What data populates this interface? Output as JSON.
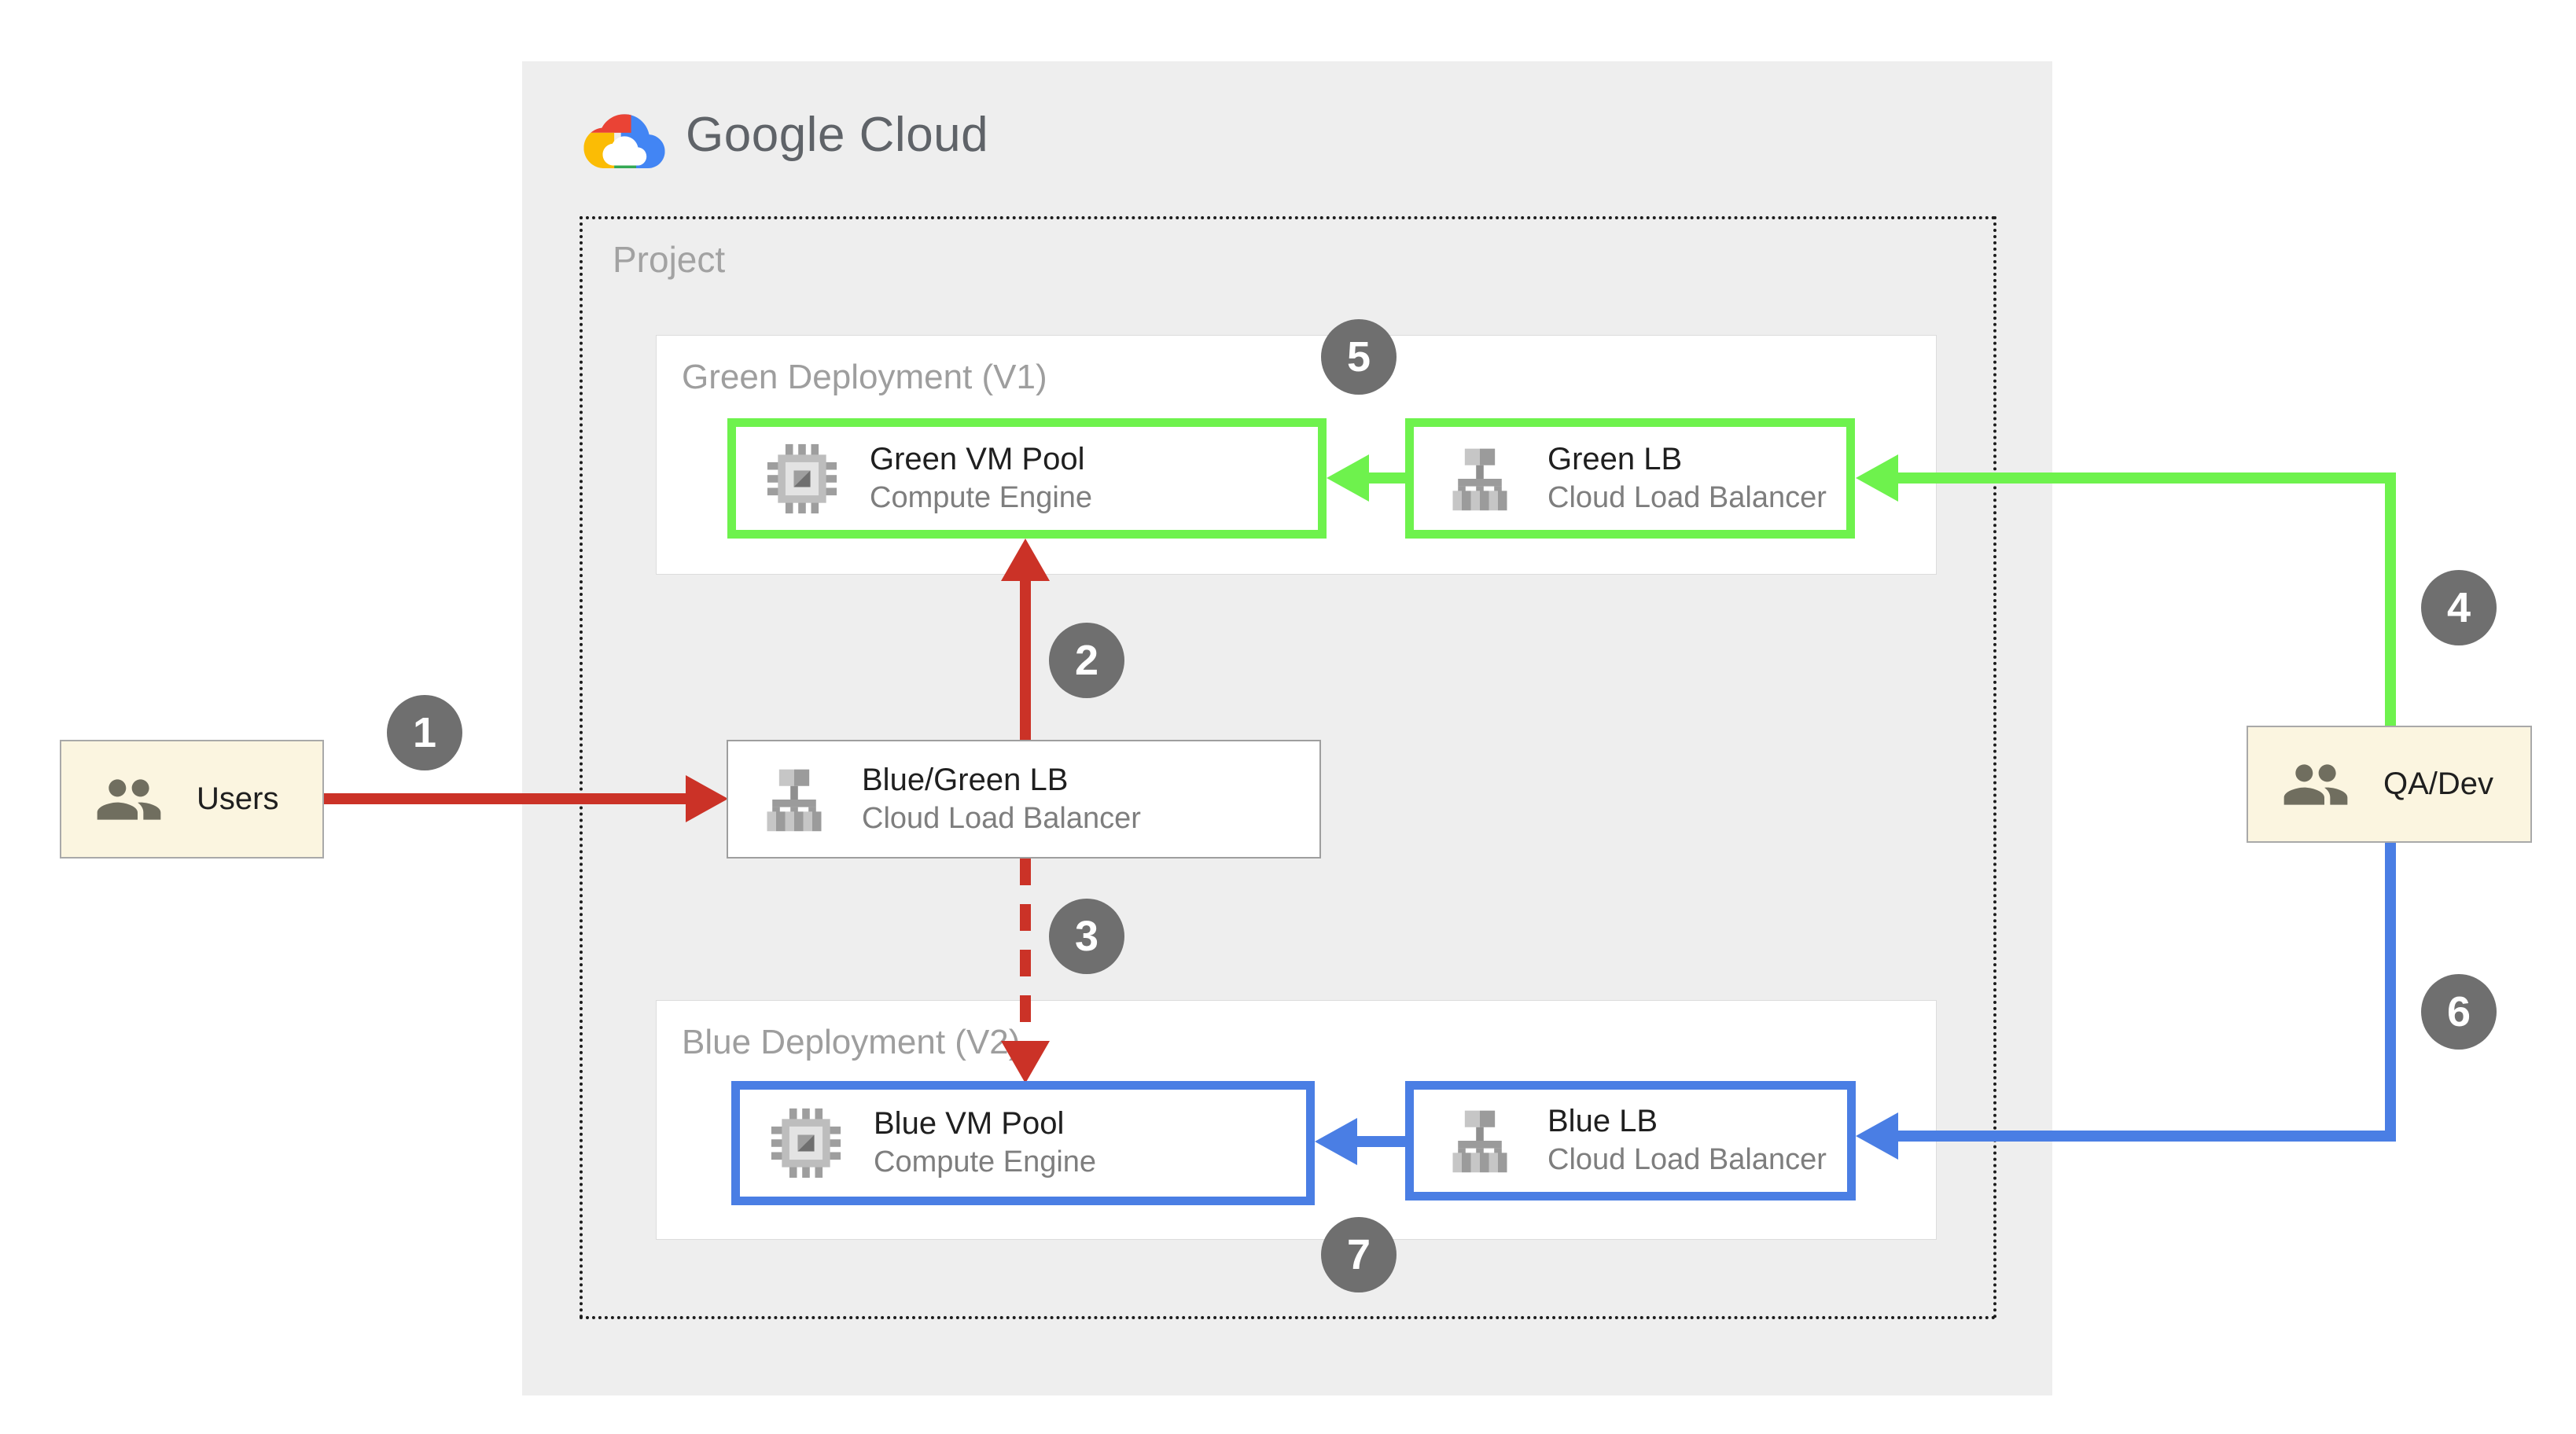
{
  "brand": {
    "logo_icon": "google-cloud-logo",
    "logo_text": "Google Cloud"
  },
  "project": {
    "label": "Project"
  },
  "green_deployment": {
    "label": "Green Deployment (V1)",
    "vm_pool": {
      "title": "Green VM Pool",
      "subtitle": "Compute Engine",
      "icon": "compute-engine-icon"
    },
    "lb": {
      "title": "Green LB",
      "subtitle": "Cloud Load Balancer",
      "icon": "load-balancer-icon"
    }
  },
  "blue_deployment": {
    "label": "Blue Deployment (V2)",
    "vm_pool": {
      "title": "Blue VM Pool",
      "subtitle": "Compute Engine",
      "icon": "compute-engine-icon"
    },
    "lb": {
      "title": "Blue LB",
      "subtitle": "Cloud Load Balancer",
      "icon": "load-balancer-icon"
    }
  },
  "shared_lb": {
    "title": "Blue/Green LB",
    "subtitle": "Cloud Load Balancer",
    "icon": "load-balancer-icon"
  },
  "actors": {
    "users": {
      "label": "Users",
      "icon": "users-icon"
    },
    "qa_dev": {
      "label": "QA/Dev",
      "icon": "users-icon"
    }
  },
  "step_badges": [
    "1",
    "2",
    "3",
    "4",
    "5",
    "6",
    "7"
  ],
  "colors": {
    "green_accent": "#6ef24d",
    "blue_accent": "#4a7ee4",
    "red_accent": "#cb3227",
    "badge_gray": "#6f6f6f",
    "panel_gray": "#eeeeee",
    "actor_cream": "#fbf5e0",
    "logo_red": "#ea4335",
    "logo_yellow": "#fbbc05",
    "logo_green": "#34a853",
    "logo_blue": "#4285f4"
  }
}
